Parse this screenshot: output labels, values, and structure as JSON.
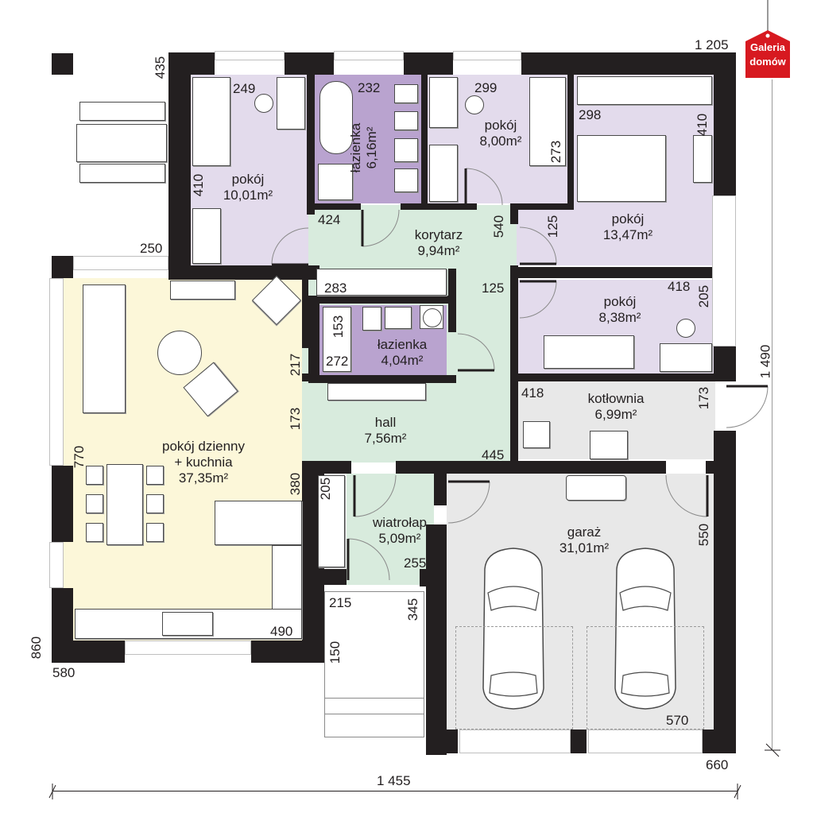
{
  "logo": {
    "line1": "Galeria",
    "line2": "domów",
    "color": "#d71920"
  },
  "colors": {
    "wall": "#231f20",
    "bedroom": "#e3dbec",
    "bathroom": "#b9a3cf",
    "hall": "#d8ebdd",
    "living": "#fcf7d9",
    "utility": "#e8e8e8",
    "garage": "#e8e8e8"
  },
  "rooms": [
    {
      "id": "pokoj1",
      "name": "pokój",
      "area": "10,01m²"
    },
    {
      "id": "lazienka1",
      "name": "łazienka",
      "area": "6,16m²"
    },
    {
      "id": "pokoj2",
      "name": "pokój",
      "area": "8,00m²"
    },
    {
      "id": "pokoj3",
      "name": "pokój",
      "area": "13,47m²"
    },
    {
      "id": "korytarz",
      "name": "korytarz",
      "area": "9,94m²"
    },
    {
      "id": "pokoj4",
      "name": "pokój",
      "area": "8,38m²"
    },
    {
      "id": "lazienka2",
      "name": "łazienka",
      "area": "4,04m²"
    },
    {
      "id": "kotlownia",
      "name": "kotłownia",
      "area": "6,99m²"
    },
    {
      "id": "hall",
      "name": "hall",
      "area": "7,56m²"
    },
    {
      "id": "dzienny",
      "name": "pokój dzienny",
      "name2": "+ kuchnia",
      "area": "37,35m²"
    },
    {
      "id": "wiatrolap",
      "name": "wiatrołap",
      "area": "5,09m²"
    },
    {
      "id": "garaz",
      "name": "garaż",
      "area": "31,01m²"
    }
  ],
  "dimensions": {
    "d435": "435",
    "d249": "249",
    "d410a": "410",
    "d250": "250",
    "d232": "232",
    "d299": "299",
    "d273": "273",
    "d298": "298",
    "d410b": "410",
    "d1205": "1 205",
    "d424": "424",
    "d540": "540",
    "d125a": "125",
    "d283": "283",
    "d125b": "125",
    "d418a": "418",
    "d205a": "205",
    "d153": "153",
    "d272": "272",
    "d217": "217",
    "d173a": "173",
    "d418b": "418",
    "d173b": "173",
    "d1490": "1 490",
    "d445": "445",
    "d770": "770",
    "d380": "380",
    "d205b": "205",
    "d255": "255",
    "d550": "550",
    "d215": "215",
    "d345": "345",
    "d490": "490",
    "d860": "860",
    "d580": "580",
    "d150": "150",
    "d570": "570",
    "d660": "660",
    "d1455": "1 455"
  }
}
